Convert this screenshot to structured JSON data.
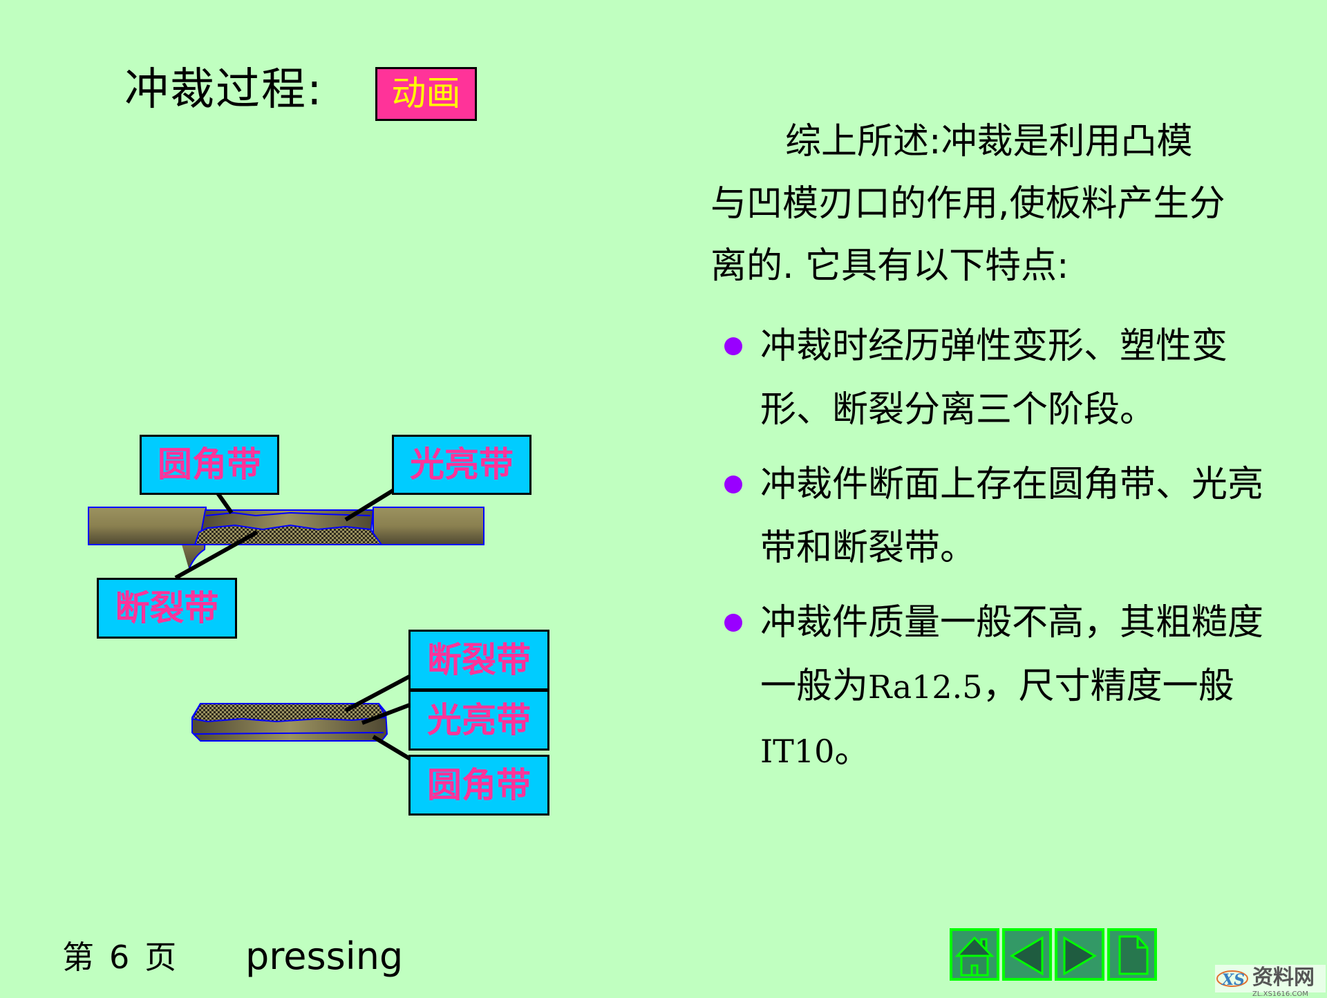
{
  "slide": {
    "background": "#c0ffc0",
    "title": "冲裁过程:",
    "animation_button": {
      "label": "动画",
      "bg": "#ff3399",
      "text_color": "#ffff00"
    },
    "summary": {
      "line1": "综上所述:冲裁是利用凸模",
      "line2": "与凹模刃口的作用,使板料产生分",
      "line3": "离的. 它具有以下特点:"
    },
    "bullets": [
      {
        "text": "冲裁时经历弹性变形、塑性变形、断裂分离三个阶段。"
      },
      {
        "text": "冲裁件断面上存在圆角带、光亮带和断裂带。"
      },
      {
        "text_before": "冲裁件质量一般不高，其粗糙度一般为",
        "ra": "Ra12.5",
        "text_mid": "，尺寸精度一般",
        "it": "IT10",
        "text_after": "。"
      }
    ],
    "bullet_color": "#9900ff"
  },
  "diagram": {
    "label_bg": "#00ccff",
    "label_color": "#ff3399",
    "top": {
      "label_round": "圆角带",
      "label_bright": "光亮带",
      "label_fracture": "断裂带"
    },
    "bottom": {
      "label_fracture": "断裂带",
      "label_bright": "光亮带",
      "label_round": "圆角带"
    }
  },
  "footer": {
    "page_prefix": "第",
    "page_number": "6",
    "page_suffix": "页",
    "course": "pressing",
    "nav": {
      "home": "home-icon",
      "prev": "previous-icon",
      "next": "next-icon",
      "end": "document-icon"
    }
  },
  "watermark": {
    "text": "资料网",
    "sub": "ZL.XS1616.COM"
  }
}
